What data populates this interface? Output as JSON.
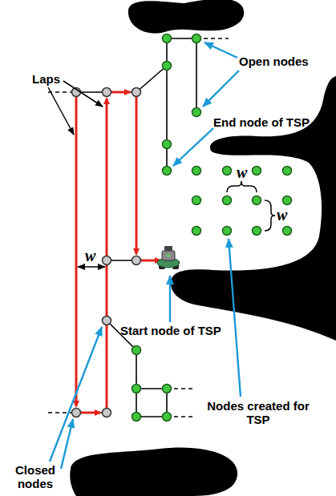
{
  "diagram": {
    "labels": [
      "Open nodes",
      "Laps",
      "End node of TSP",
      "w",
      "w",
      "w",
      "Start node of TSP",
      "Nodes created for TSP",
      "Closed nodes"
    ]
  }
}
